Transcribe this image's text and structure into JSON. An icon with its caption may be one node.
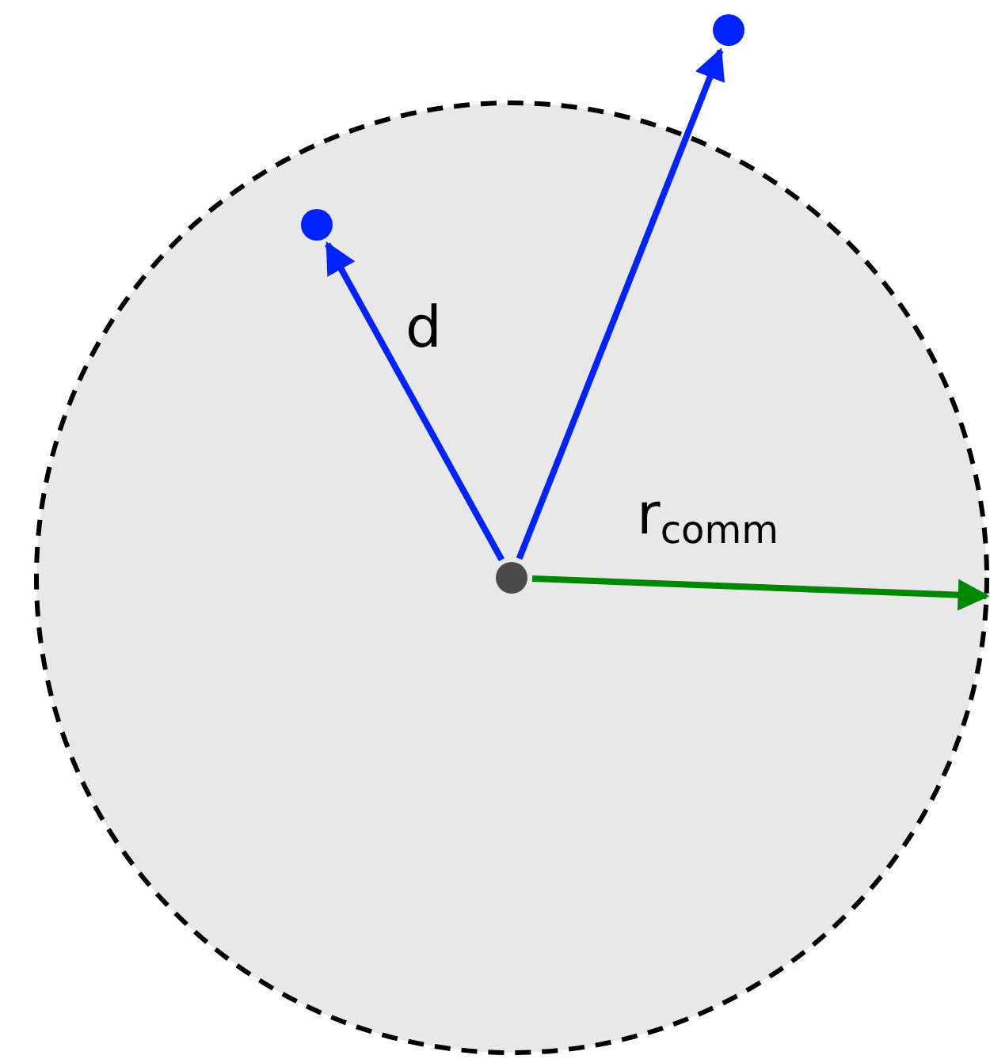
{
  "diagram": {
    "nodes": [
      {
        "text": [],
        "shape": "circle"
      },
      {
        "text": [],
        "shape": "circle",
        "in": 0
      },
      {
        "text": [],
        "shape": "circle",
        "in": 0
      },
      {
        "text": [],
        "shape": "circle"
      }
    ],
    "edges": [
      {
        "from": 1,
        "to": 2,
        "arrow": "to",
        "label": "d"
      },
      {
        "from": 1,
        "to": 3,
        "arrow": "to"
      },
      {
        "from": 1,
        "to": 0,
        "arrow": "to",
        "label": "r$_{comm}$",
        "color": "#008800"
      }
    ]
  }
}
